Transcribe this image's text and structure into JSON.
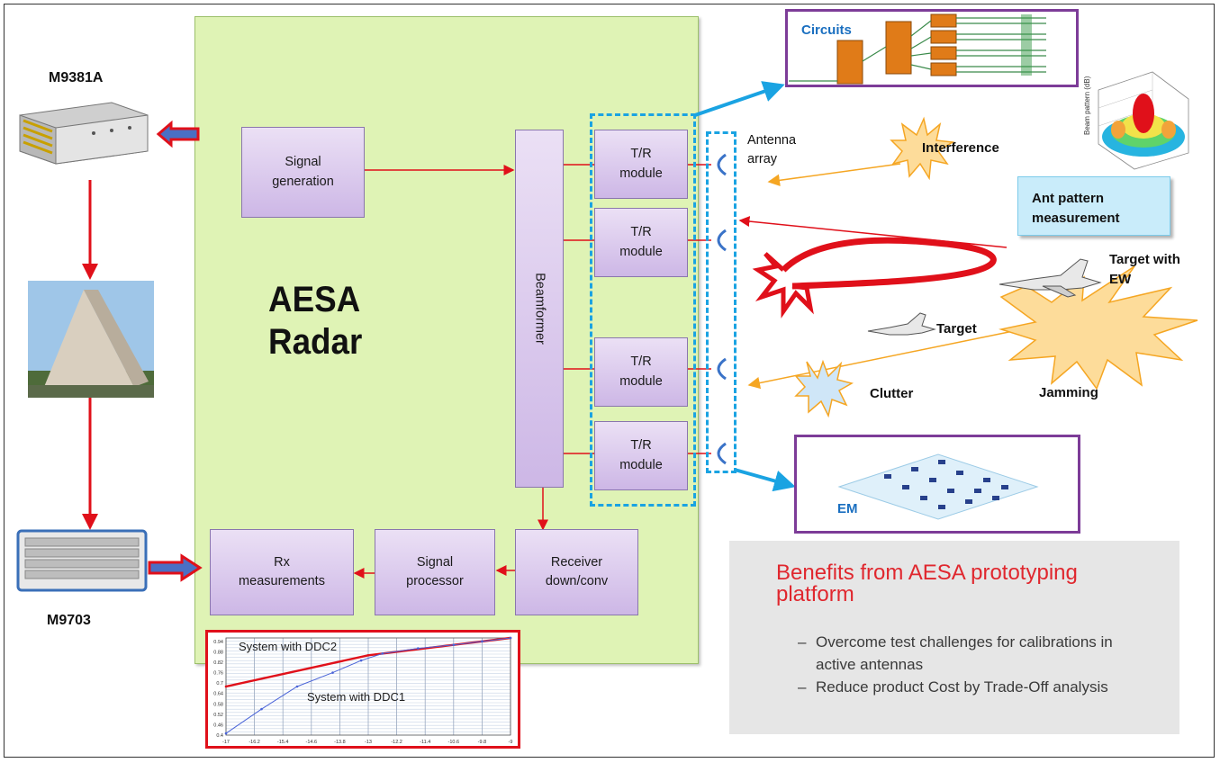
{
  "panel": {
    "title_line1": "AESA",
    "title_line2": "Radar"
  },
  "blocks": {
    "signal_generation": "Signal\ngeneration",
    "beamformer": "Beamformer",
    "tr_module": "T/R\nmodule",
    "receiver": "Receiver\ndown/conv",
    "signal_processor": "Signal\nprocessor",
    "rx_measurements": "Rx\nmeasurements"
  },
  "instruments": {
    "top": "M9381A",
    "bottom": "M9703"
  },
  "antenna": {
    "label_line1": "Antenna",
    "label_line2": "array"
  },
  "scene": {
    "circuits": "Circuits",
    "interference": "Interference",
    "ant_pattern": "Ant pattern\nmeasurement",
    "pattern_axis": "Beam pattern (dB)",
    "target_with_ew": "Target with\nEW",
    "target": "Target",
    "clutter": "Clutter",
    "jamming": "Jamming",
    "em": "EM"
  },
  "benefits": {
    "title": "Benefits from AESA prototyping platform",
    "items": [
      "Overcome test challenges for calibrations in active antennas",
      "Reduce product Cost by Trade-Off analysis"
    ]
  },
  "chart_data": {
    "type": "line",
    "title": "",
    "xlabel": "",
    "ylabel": "",
    "x_ticks": [
      "-17",
      "-16.2",
      "-15.4",
      "-14.6",
      "-13.8",
      "-13",
      "-12.2",
      "-11.4",
      "-10.6",
      "-9.8",
      "-9"
    ],
    "y_ticks": [
      "0.4",
      "0.46",
      "0.52",
      "0.58",
      "0.64",
      "0.7",
      "0.76",
      "0.82",
      "0.88",
      "0.94"
    ],
    "xlim": [
      -17,
      -9
    ],
    "ylim": [
      0.4,
      0.96
    ],
    "series": [
      {
        "name": "System with DDC2",
        "color": "#e0101a",
        "x": [
          -17,
          -13,
          -9
        ],
        "y": [
          0.68,
          0.86,
          0.96
        ]
      },
      {
        "name": "System with DDC1",
        "color": "#4a64d8",
        "x": [
          -17,
          -16,
          -15,
          -14,
          -13.2,
          -12.6,
          -11.6,
          -10.6,
          -9.8,
          -9
        ],
        "y": [
          0.41,
          0.55,
          0.68,
          0.76,
          0.83,
          0.87,
          0.9,
          0.92,
          0.94,
          0.96
        ]
      }
    ]
  },
  "colors": {
    "panel": "#dff3b5",
    "block": "#d8c8ec",
    "arrow_red": "#e0101a",
    "arrow_orange": "#f5a623",
    "dash_blue": "#1aa3e2",
    "benefit_title": "#e0272e"
  }
}
